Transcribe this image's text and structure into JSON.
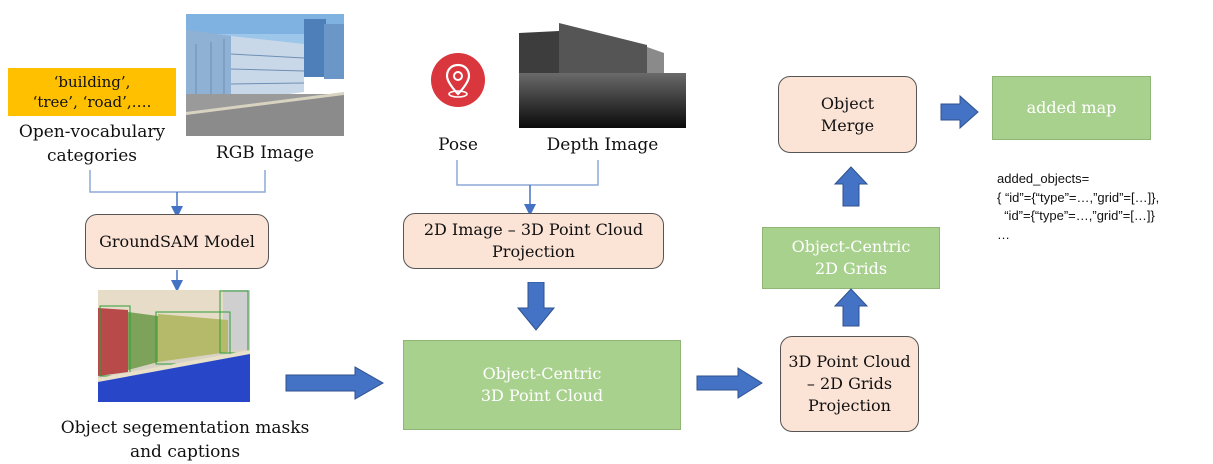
{
  "inputs": {
    "vocab_list": "‘building’,\n‘tree’, ‘road’,….",
    "vocab_caption": "Open-vocabulary\ncategories",
    "rgb_caption": "RGB Image",
    "pose_caption": "Pose",
    "depth_caption": "Depth Image"
  },
  "nodes": {
    "groundsam": "GroundSAM Model",
    "projection_2d_3d": "2D Image – 3D Point Cloud\nProjection",
    "object_pointcloud": "Object-Centric\n3D Point Cloud",
    "projection_3d_2d": "3D Point Cloud\n– 2D Grids\nProjection",
    "object_grids": "Object-Centric\n2D Grids",
    "object_merge": "Object\nMerge",
    "added_map": "added map"
  },
  "outputs": {
    "seg_caption": "Object segementation masks\nand captions",
    "added_objects_code": "added_objects=\n{ “id”={“type”=…,”grid”=[…]},\n  “id”={“type”=…,”grid”=[…]}\n…"
  },
  "colors": {
    "peach": "#fbe3d6",
    "green": "#a9d18e",
    "gold": "#ffc000",
    "arrow_blue": "#4472c4",
    "pin_red": "#d9363e"
  }
}
